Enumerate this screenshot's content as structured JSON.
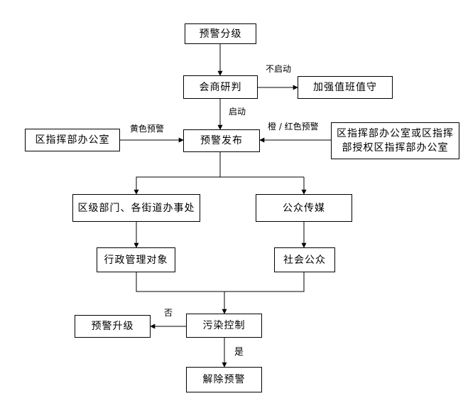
{
  "nodes": {
    "grading": "预警分级",
    "consult": "会商研判",
    "duty": "加强值班值守",
    "district_office": "区指挥部办公室",
    "publish": "预警发布",
    "authorized_office": "区指挥部办公室或区指挥部授权区指挥部办公室",
    "departments": "区级部门、各街道办事处",
    "media": "公众传媒",
    "admin_targets": "行政管理对象",
    "public": "社会公众",
    "pollution_control": "污染控制",
    "upgrade": "预警升级",
    "release": "解除预警"
  },
  "edge_labels": {
    "not_start": "不启动",
    "start": "启动",
    "yellow": "黄色预警",
    "orange_red": "橙 / 红色预警",
    "no": "否",
    "yes": "是"
  },
  "colors": {
    "line": "#000000",
    "box_border": "#000000",
    "background": "#ffffff"
  }
}
